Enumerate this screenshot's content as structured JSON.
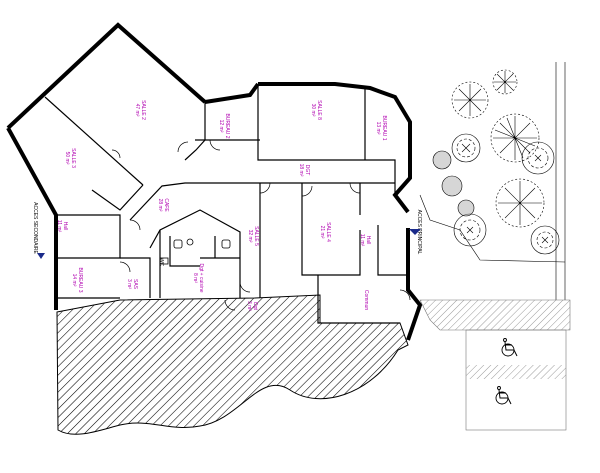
{
  "plan": {
    "rooms": {
      "salle2": {
        "name": "SALLE 2",
        "area": "47 m²"
      },
      "salle3": {
        "name": "SALLE 3",
        "area": "50 m²"
      },
      "bureau2": {
        "name": "BUREAU 2",
        "area": "12 m²"
      },
      "salle8": {
        "name": "SALLE 8",
        "area": "30 m²"
      },
      "bureau1": {
        "name": "BUREAU 1",
        "area": "13 m²"
      },
      "dgt": {
        "name": "DGT",
        "area": "18 m²"
      },
      "cafe": {
        "name": "CAFE",
        "area": "28 m²"
      },
      "salle5": {
        "name": "SALLE 5",
        "area": "32 m²"
      },
      "salle4": {
        "name": "SALLE 4",
        "area": "21 m²"
      },
      "hall_right": {
        "name": "Hall",
        "area": "11 m²"
      },
      "hall_left": {
        "name": "Hall",
        "area": "11 m²"
      },
      "bureau3": {
        "name": "BUREAU 3",
        "area": "14 m²"
      },
      "sas": {
        "name": "SAS",
        "area": "3 m²"
      },
      "dgt_cuisine": {
        "name": "Dgt + cuisine",
        "area": "8 m²"
      },
      "dgt_small": {
        "name": "Dgt",
        "area": "3 m²"
      },
      "commun": {
        "name": "Commun",
        "area": ""
      },
      "wc": {
        "name": "WC",
        "area": ""
      }
    },
    "access": {
      "secondaire": "ACCES SECONDAIRE",
      "principal": "ACCES PRINCIPAL"
    },
    "colors": {
      "walls": "#000000",
      "labels": "#b000b0",
      "access_marker": "#1a2a8a",
      "parking_hatch": "#9a9a9a"
    },
    "icons": [
      "access-arrow-icon",
      "wheelchair-icon",
      "tree-icon"
    ]
  }
}
